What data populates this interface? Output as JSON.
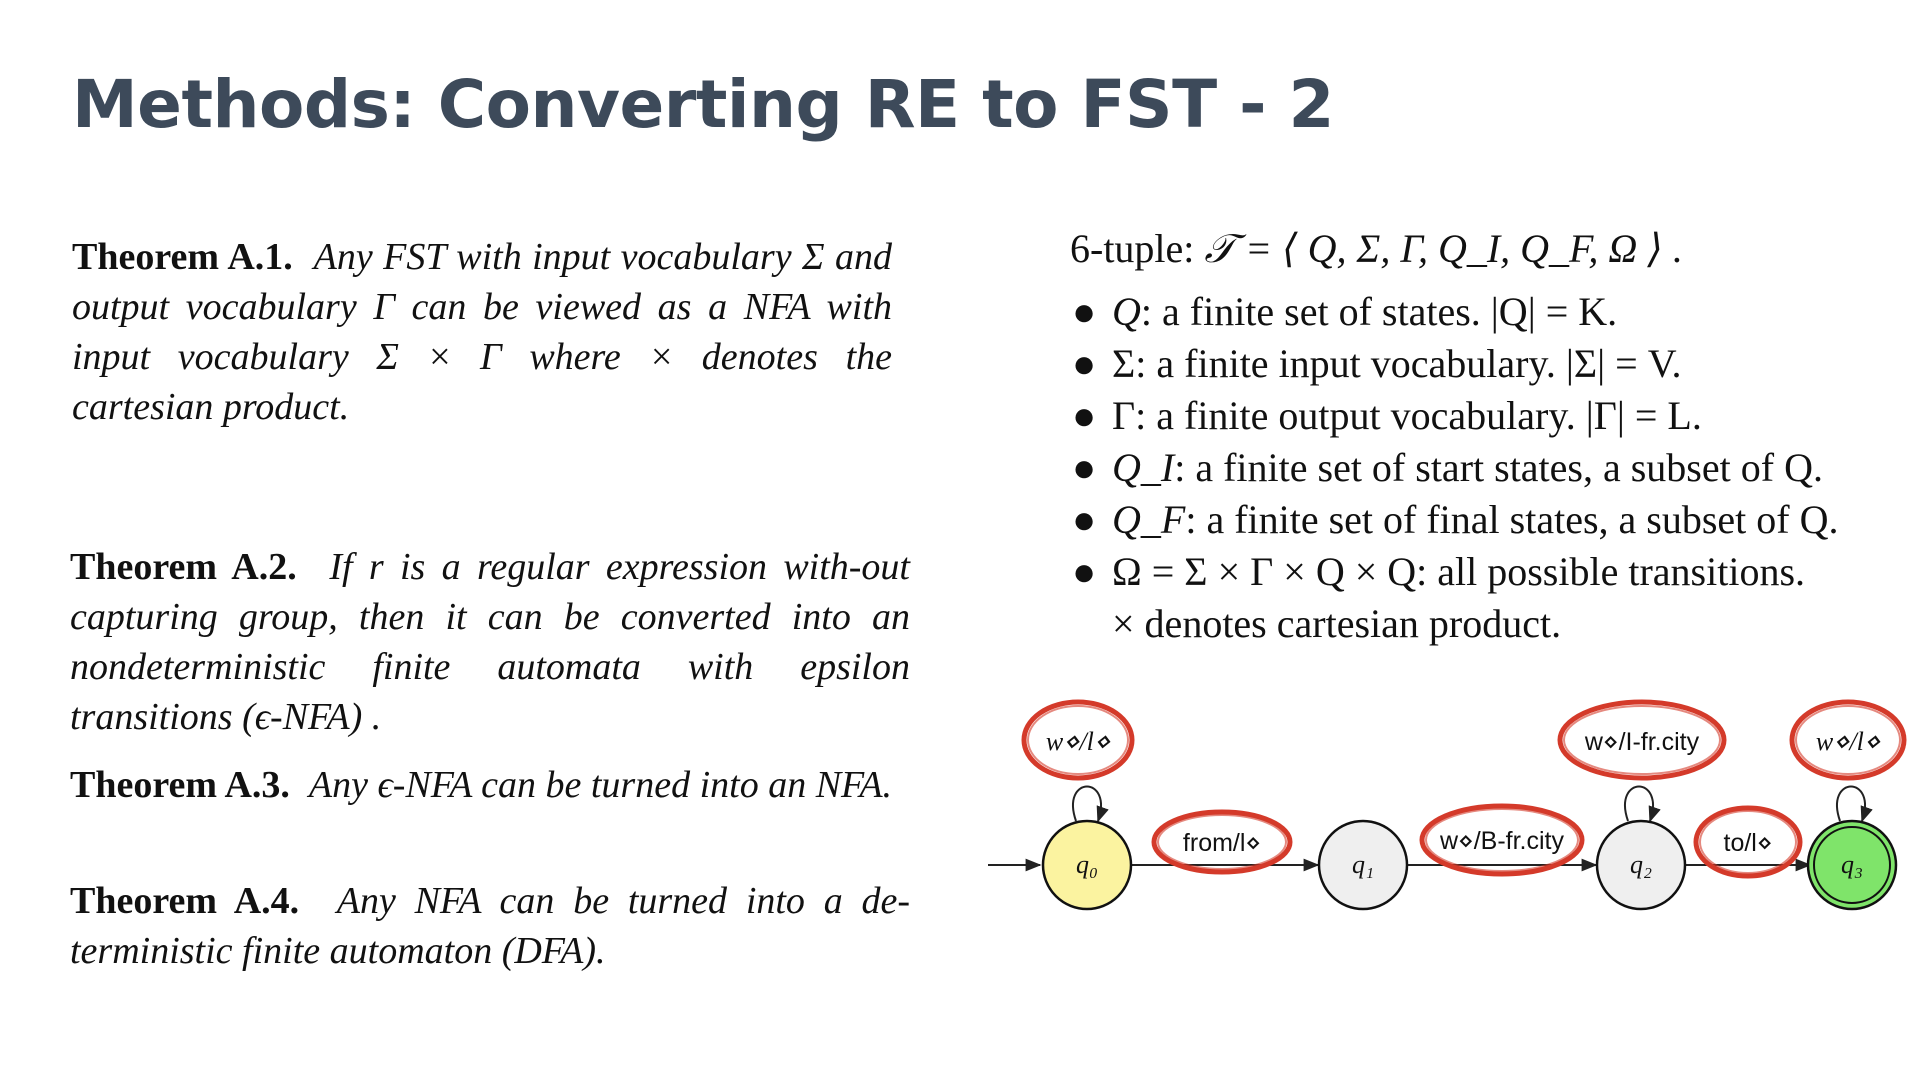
{
  "title": "Methods: Converting RE to FST - 2",
  "theorems": [
    {
      "label": "Theorem A.1.",
      "body": "Any FST with input vocabulary Σ and output vocabulary Γ can be viewed as a NFA with input vocabulary Σ × Γ where × denotes the cartesian product."
    },
    {
      "label": "Theorem A.2.",
      "body": "If r is a regular expression with-out capturing group, then it can be converted into an nondeterministic finite automata with epsilon transitions (ϵ-NFA) ."
    },
    {
      "label": "Theorem A.3.",
      "body": "Any ϵ-NFA can be turned into an NFA."
    },
    {
      "label": "Theorem A.4.",
      "body": "Any NFA can be turned into a de-terministic finite automaton (DFA)."
    }
  ],
  "tuple": {
    "prefix": "6-tuple: ",
    "formula": "𝒯 = ⟨ Q, Σ, Γ, Q_I, Q_F, Ω ⟩ ."
  },
  "bullets": [
    {
      "symbol": "Q",
      "text": ": a finite set of states. |Q| = K."
    },
    {
      "symbol": "Σ",
      "text": ": a finite input vocabulary. |Σ| = V."
    },
    {
      "symbol": "Γ",
      "text": ": a finite output vocabulary. |Γ| = L."
    },
    {
      "symbol": "Q_I",
      "text": ": a finite set of start states, a subset of Q."
    },
    {
      "symbol": "Q_F",
      "text": ": a finite set of final states, a subset of Q."
    },
    {
      "symbol": "Ω",
      "text": " = Σ × Γ × Q × Q: all possible transitions.",
      "continuation": "× denotes cartesian product."
    }
  ],
  "fst": {
    "states": [
      {
        "id": "q0",
        "label": "q₀",
        "fill": "#fbf3a0",
        "role": "start"
      },
      {
        "id": "q1",
        "label": "q₁",
        "fill": "#efefef",
        "role": "normal"
      },
      {
        "id": "q2",
        "label": "q₂",
        "fill": "#efefef",
        "role": "normal"
      },
      {
        "id": "q3",
        "label": "q₃",
        "fill": "#7fe46a",
        "role": "final"
      }
    ],
    "self_loops": [
      {
        "state": "q0",
        "label": "w⋄/l⋄"
      },
      {
        "state": "q2",
        "label": "w⋄/I-fr.city"
      },
      {
        "state": "q3",
        "label": "w⋄/l⋄"
      }
    ],
    "transitions": [
      {
        "from": "q0",
        "to": "q1",
        "label": "from/l⋄"
      },
      {
        "from": "q1",
        "to": "q2",
        "label": "w⋄/B-fr.city"
      },
      {
        "from": "q2",
        "to": "q3",
        "label": "to/l⋄"
      }
    ],
    "highlight_color": "#d43a2a"
  }
}
